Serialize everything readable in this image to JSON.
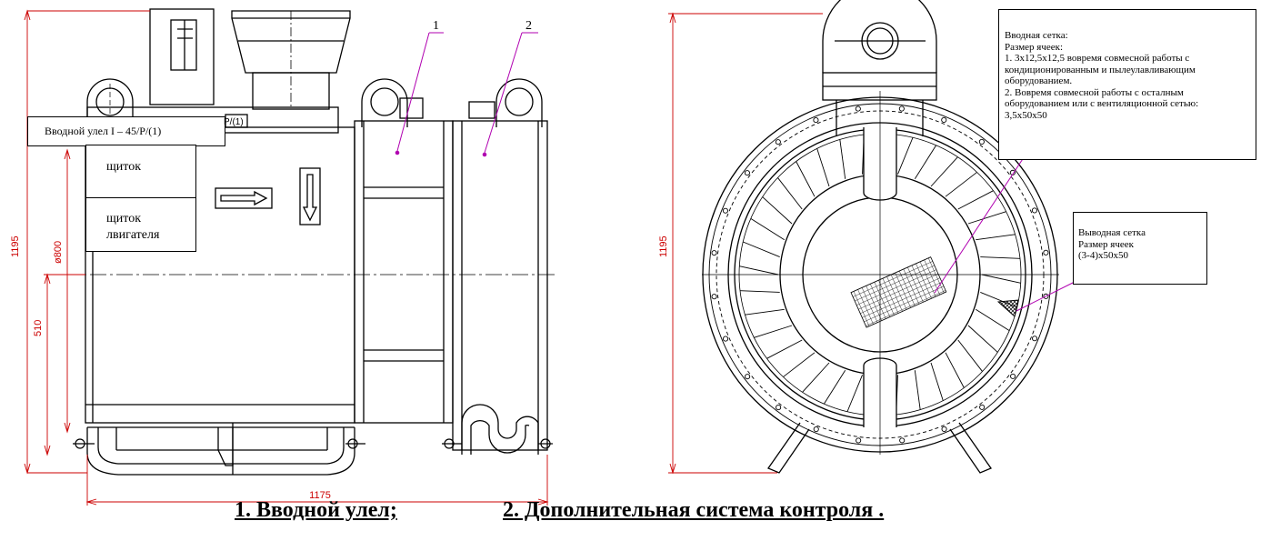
{
  "colors": {
    "line": "#000000",
    "dimension": "#cc0000",
    "leader": "#b000b0",
    "background": "#ffffff"
  },
  "left_view": {
    "dim_height": "1195",
    "dim_diameter": "ø800",
    "dim_axis": "510",
    "dim_width": "1175",
    "inlet_label": "Вводной улел I – 45/P/(1)",
    "inlet_label_tail": "P/(1)",
    "panel_1": "щиток",
    "panel_2_line1": "щиток",
    "panel_2_line2": "лвигателя",
    "marker_1": "1",
    "marker_2": "2"
  },
  "right_view": {
    "dim_height": "1195",
    "inlet_mesh_note": [
      "Вводная сетка:",
      "Размер ячеек:",
      "1. 3х12,5х12,5 вовремя совмесной работы с",
      "кондиционированным и пылеулавливающим",
      "оборудованием.",
      "2. Вовремя совмесной работы с осталным",
      "оборудованием или с вентиляционной сетью:",
      "3,5х50х50"
    ],
    "outlet_mesh_note": [
      "Выводная сетка",
      "Размер ячеек",
      "(3-4)х50х50"
    ]
  },
  "caption": {
    "item_1": "1. Вводной улел;",
    "item_2": "2. Дополнительная система контроля ."
  }
}
